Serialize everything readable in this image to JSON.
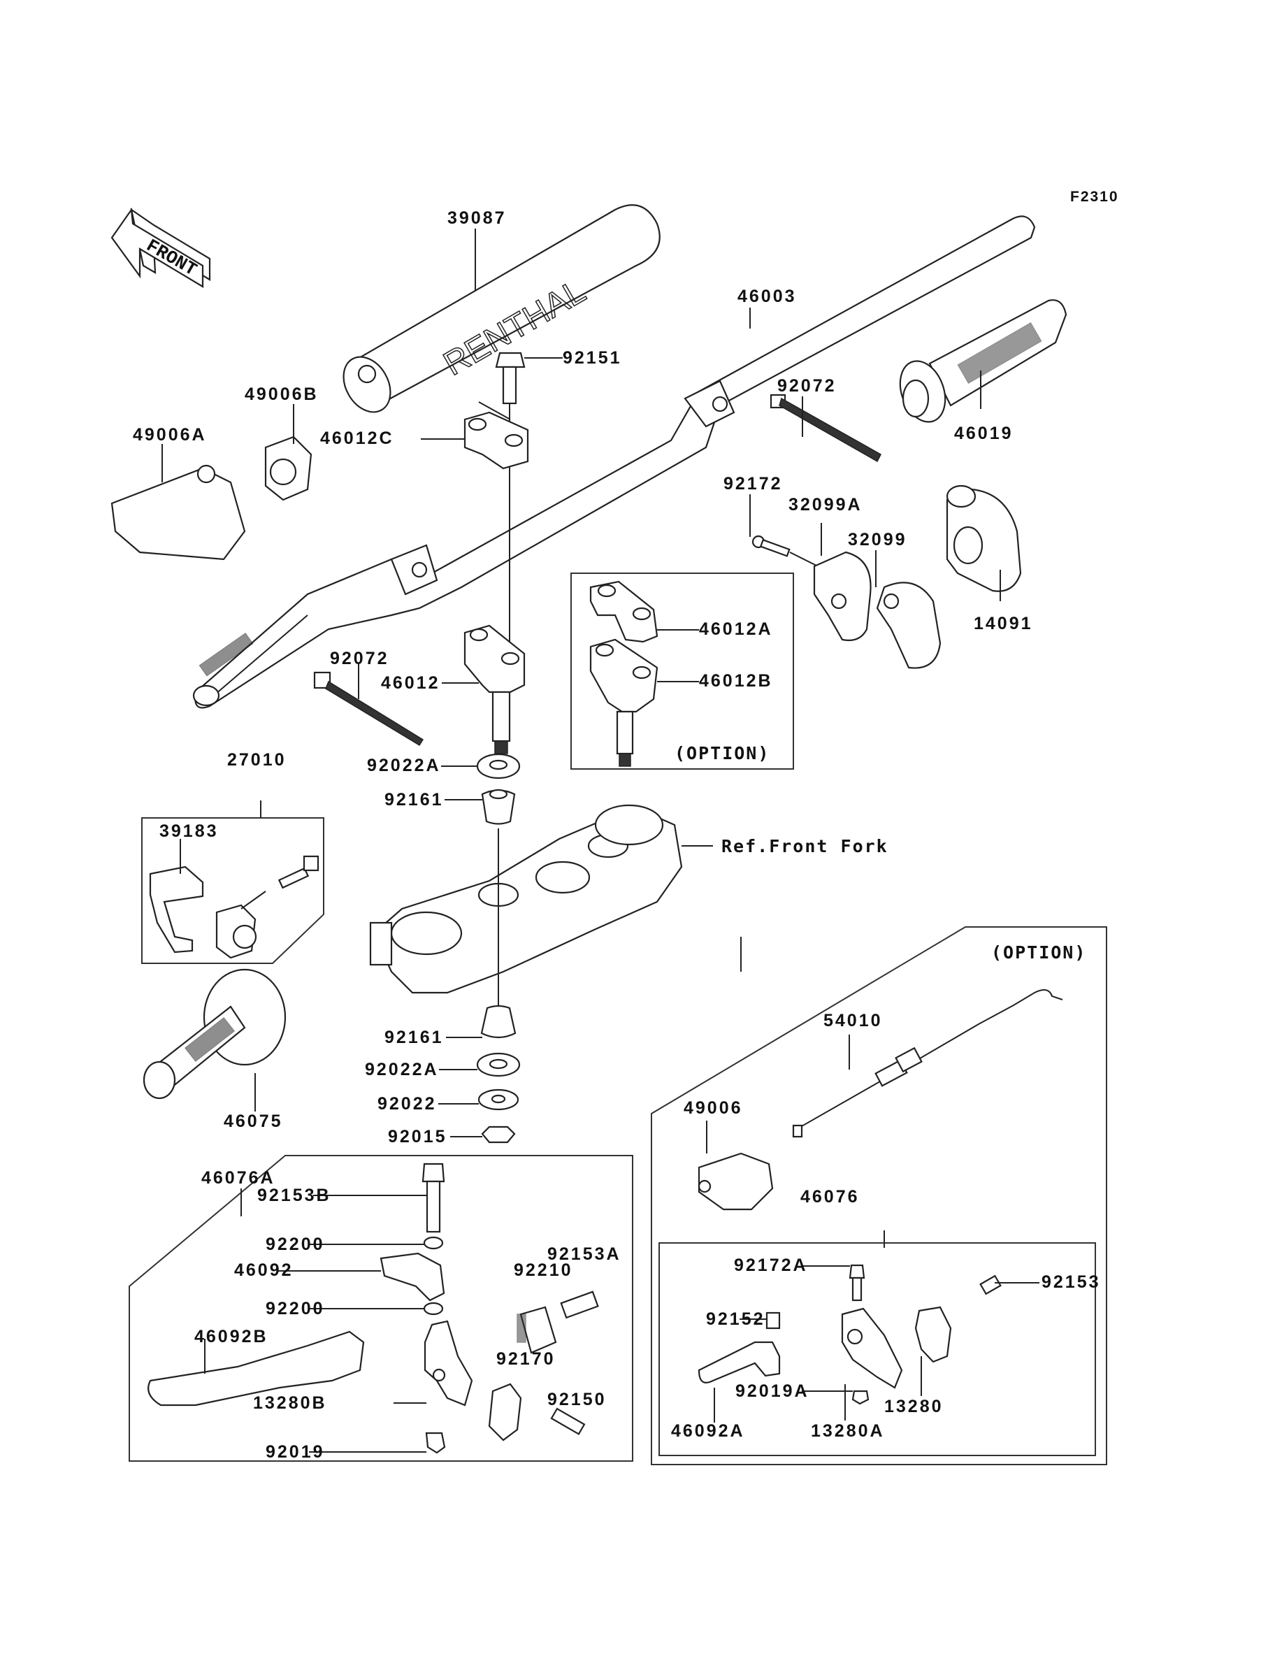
{
  "figure_code": "F2310",
  "front_arrow_label": "FRONT",
  "reference_label": "Ref.Front Fork",
  "option_label_riser": "(OPTION)",
  "option_label_throttle": "(OPTION)",
  "pad_brand_text": "RENTHAL",
  "parts": {
    "p39087": "39087",
    "p46003": "46003",
    "p92151": "92151",
    "p49006B": "49006B",
    "p49006A": "49006A",
    "p46012C": "46012C",
    "p92072_right": "92072",
    "p46019": "46019",
    "p92172": "92172",
    "p32099A": "32099A",
    "p32099": "32099",
    "p14091": "14091",
    "p46012A": "46012A",
    "p46012B": "46012B",
    "p92072_left": "92072",
    "p46012": "46012",
    "p92022A_top": "92022A",
    "p92161_top": "92161",
    "p27010": "27010",
    "p39183": "39183",
    "p92161_bottom": "92161",
    "p92022A_bottom": "92022A",
    "p92022": "92022",
    "p92015": "92015",
    "p46075": "46075",
    "p54010": "54010",
    "p49006": "49006",
    "p46076": "46076",
    "p46076A": "46076A",
    "p92153B": "92153B",
    "p92200_top": "92200",
    "p46092": "46092",
    "p92200_bottom": "92200",
    "p92153A": "92153A",
    "p92210": "92210",
    "p46092B": "46092B",
    "p92170": "92170",
    "p13280B": "13280B",
    "p92150": "92150",
    "p92019": "92019",
    "p92172A": "92172A",
    "p92153": "92153",
    "p92152": "92152",
    "p92019A": "92019A",
    "p46092A": "46092A",
    "p13280": "13280",
    "p13280A": "13280A"
  }
}
